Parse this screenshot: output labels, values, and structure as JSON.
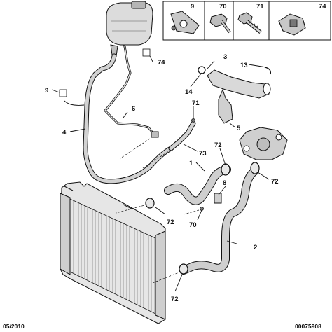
{
  "parts_box": {
    "items": [
      {
        "number": "9",
        "icon": "hose-clip-icon"
      },
      {
        "number": "70",
        "icon": "hex-screw-icon"
      },
      {
        "number": "71",
        "icon": "bolt-icon"
      },
      {
        "number": "74",
        "icon": "clamp-clip-icon"
      }
    ]
  },
  "callouts": {
    "c3": "3",
    "c13": "13",
    "c74": "74",
    "c9": "9",
    "c14": "14",
    "c6": "6",
    "c71": "71",
    "c4": "4",
    "c5": "5",
    "c72a": "72",
    "c73": "73",
    "c1": "1",
    "c72b": "72",
    "c8": "8",
    "c72c": "72",
    "c70": "70",
    "c2": "2",
    "c72d": "72"
  },
  "footer": {
    "date": "05/2010",
    "reference": "00075908"
  }
}
